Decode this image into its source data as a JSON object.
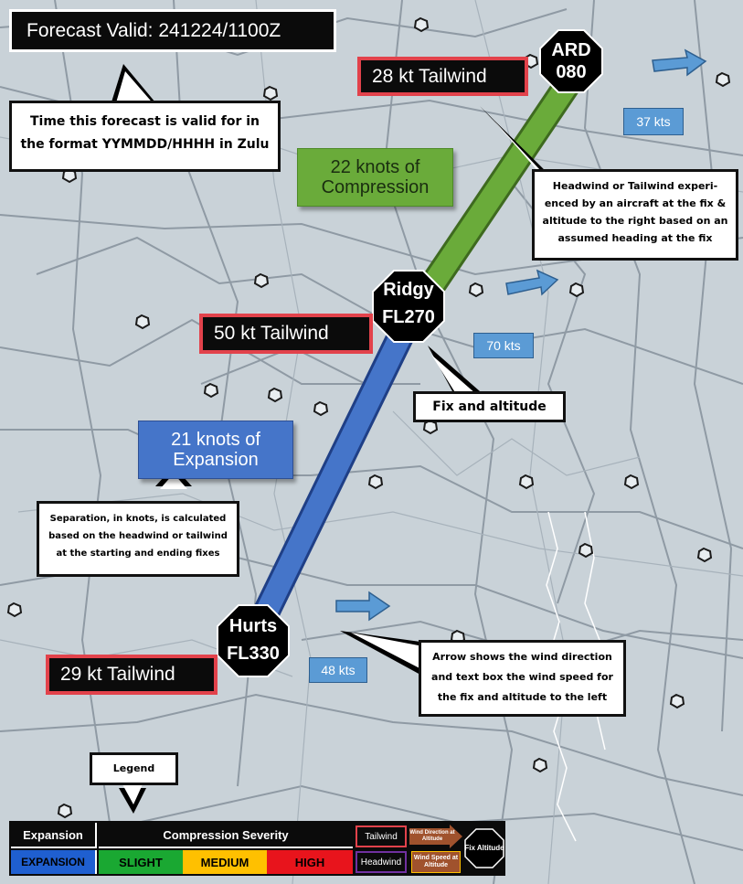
{
  "forecast_valid": "Forecast Valid: 241224/1100Z",
  "callouts": {
    "time_format": "Time this forecast is valid for in the format YYMMDD/HHHH in Zulu",
    "head_tail": "Headwind or Tailwind experi-enced by an aircraft at the fix & altitude to the right based on an assumed heading at the fix",
    "fix_altitude": "Fix and altitude",
    "separation": "Separation, in knots, is calculated based on the headwind or tailwind at the starting and ending fixes",
    "arrow": "Arrow shows the wind direction and text box the wind speed for the fix and altitude to the left",
    "legend": "Legend"
  },
  "fixes": [
    {
      "name": "ARD",
      "alt": "080"
    },
    {
      "name": "Ridgy",
      "alt": "FL270"
    },
    {
      "name": "Hurts",
      "alt": "FL330"
    }
  ],
  "winds": {
    "ard_tail": "28 kt Tailwind",
    "ridgy_tail": "50 kt Tailwind",
    "hurts_tail": "29 kt Tailwind",
    "ard_speed": "37 kts",
    "ridgy_speed": "70 kts",
    "hurts_speed": "48 kts"
  },
  "segments": {
    "compression": {
      "line1": "22 knots of",
      "line2": "Compression"
    },
    "expansion": {
      "line1": "21 knots of",
      "line2": "Expansion"
    }
  },
  "legend": {
    "expansion_header": "Expansion",
    "compression_header": "Compression Severity",
    "expansion": "EXPANSION",
    "slight": "SLIGHT",
    "medium": "MEDIUM",
    "high": "HIGH",
    "tailwind": "Tailwind",
    "headwind": "Headwind",
    "wind_direction": "Wind Direction at Altitude",
    "wind_speed": "Wind Speed at Altitude",
    "fix_altitude": "Fix Altitude"
  },
  "colors": {
    "expansion": "#1f5fd0",
    "slight": "#1aa832",
    "medium": "#ffc000",
    "high": "#e8141c",
    "compression_line": "#6aab3a",
    "expansion_line": "#4575c9",
    "tailwind_border": "#e2424b",
    "headwind_border": "#7030a0",
    "wind_arrow": "#5b9bd5"
  }
}
